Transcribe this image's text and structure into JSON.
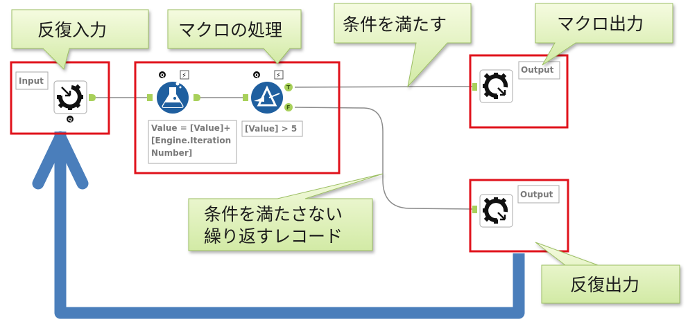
{
  "colors": {
    "highlight_box": "#e0121b",
    "callout_fill_top": "#f3fad9",
    "callout_fill_bottom": "#cfe8a0",
    "callout_border": "#9cbf63",
    "loop_arrow": "#4a7ebb",
    "tool_blue": "#1f5f9f",
    "connector": "#8c8c8c",
    "anchor": "#a8d05a"
  },
  "callouts": {
    "iterative_input": "反復入力",
    "macro_processing": "マクロの処理",
    "condition_met": "条件を満たす",
    "macro_output": "マクロ出力",
    "condition_not_met_line1": "条件を満たさない",
    "condition_not_met_line2": "繰り返すレコード",
    "iterative_output": "反復出力"
  },
  "tools": {
    "macro_input": {
      "label": "Input",
      "icon": "macro-input-gear-icon",
      "badge": "Q"
    },
    "formula": {
      "annotation_lines": [
        "Value = [Value]+",
        "[Engine.Iteration",
        "Number]"
      ],
      "icon": "flask-icon",
      "badges": [
        "Q",
        "⚡"
      ]
    },
    "filter": {
      "annotation": "[Value] > 5",
      "icon": "prism-filter-icon",
      "badges": [
        "Q",
        "⚡"
      ],
      "ports": [
        "T",
        "F"
      ]
    },
    "macro_output_true": {
      "label": "Output",
      "icon": "macro-output-gear-icon"
    },
    "macro_output_false": {
      "label": "Output",
      "icon": "macro-output-gear-icon"
    }
  }
}
